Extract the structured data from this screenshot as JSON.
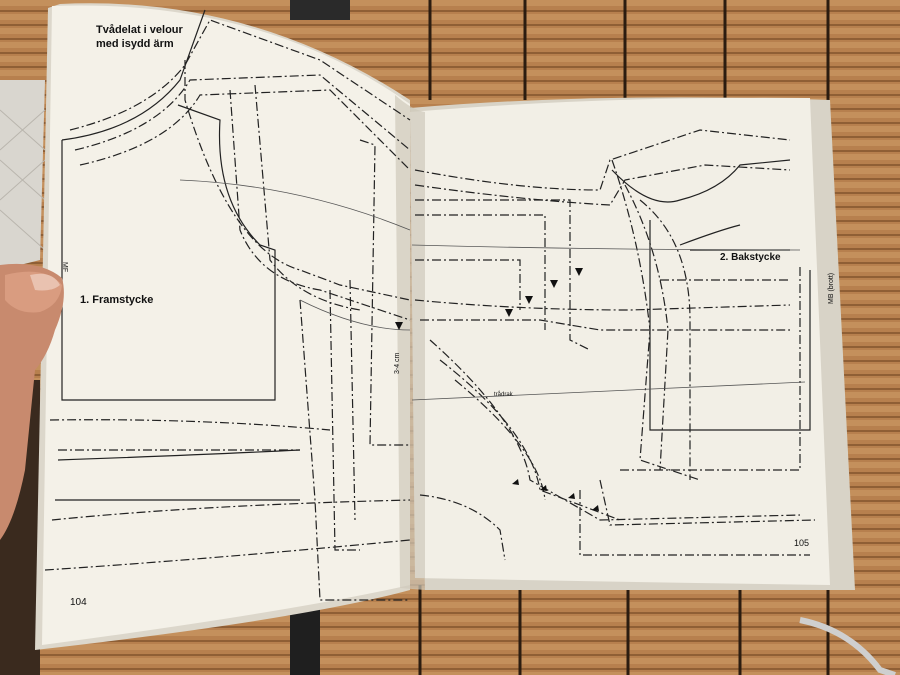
{
  "book": {
    "title_line1": "Tvådelat i velour",
    "title_line2": "med isydd ärm",
    "piece_front_label": "1. Framstycke",
    "piece_back_label": "2. Bakstycke",
    "grain_label": "trådrak",
    "front_fold_label": "MF",
    "back_fold_label": "MB",
    "back_fold_note": "(brott)",
    "seam_note": "3-4 cm",
    "left_page_number": "104",
    "right_page_number": "105"
  },
  "colors": {
    "page": "#f2efe6",
    "ink": "#222222",
    "bamboo": "#b7804e",
    "binding": "#1f1f1f"
  }
}
